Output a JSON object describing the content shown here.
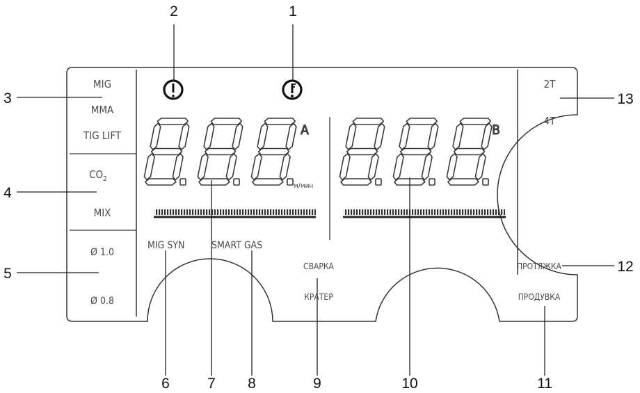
{
  "callouts": [
    "1",
    "2",
    "3",
    "4",
    "5",
    "6",
    "7",
    "8",
    "9",
    "10",
    "11",
    "12",
    "13"
  ],
  "left_panel": {
    "modes": [
      "MIG",
      "MMA",
      "TIG LIFT"
    ],
    "gas_co2": "CO",
    "gas_co2_sub": "2",
    "gas_mix": "MIX",
    "wire_1": "Ø 1.0",
    "wire_2": "Ø 0.8"
  },
  "display": {
    "unit_a": "A",
    "unit_b": "B",
    "speed_unit": "м/мин"
  },
  "indicators": {
    "mig_syn": "MIG SYN",
    "smart_gas": "SMART GAS",
    "svarka": "СВАРКА",
    "krater": "КРАТЕР",
    "protyazhka": "ПРОТЯЖКА",
    "produvka": "ПРОДУВКА"
  },
  "trigger_modes": [
    "2T",
    "4T"
  ],
  "warning_icons": [
    "exclamation-icon",
    "thermometer-warning-icon"
  ]
}
